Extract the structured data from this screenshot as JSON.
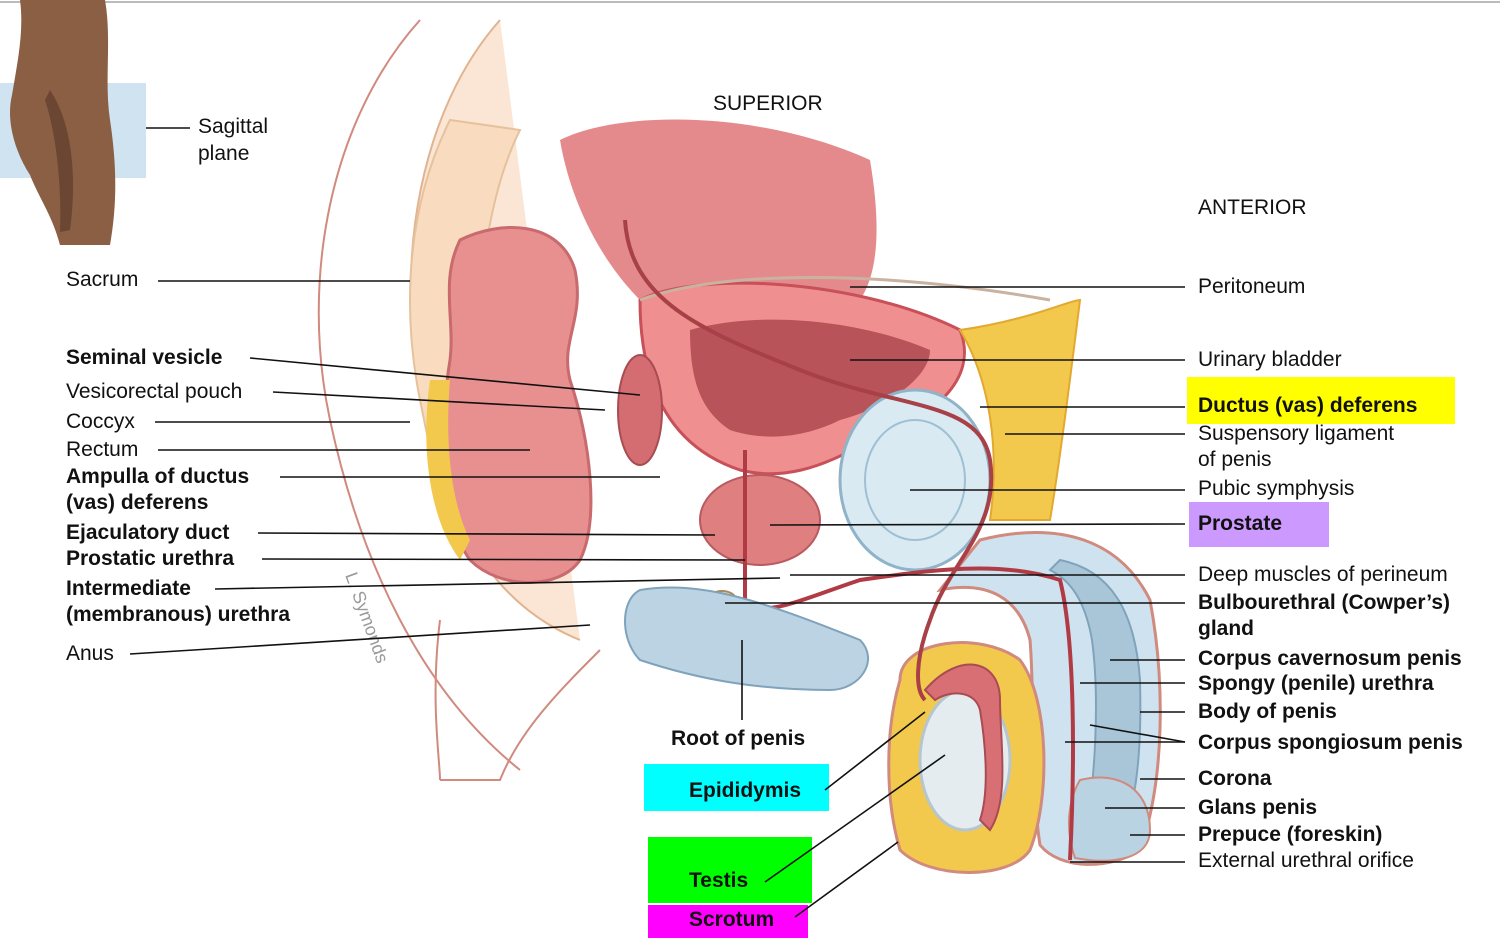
{
  "orientation": {
    "superior": "SUPERIOR",
    "anterior": "ANTERIOR"
  },
  "inset": {
    "plane_line1": "Sagittal",
    "plane_line2": "plane"
  },
  "colors": {
    "skin": "#f4c9b2",
    "muscle": "#de7f82",
    "bladder": "#c65a60",
    "fat": "#f2c94c",
    "bone": "#cfe0ea",
    "erectile": "#a9c6d8",
    "highlight_ductus": "#ffff00",
    "highlight_prostate": "#cc99ff",
    "highlight_epididymis": "#00ffff",
    "highlight_testis": "#00ff00",
    "highlight_scrotum": "#ff00ff"
  },
  "labels_left": {
    "sacrum": "Sacrum",
    "seminal_vesicle": "Seminal vesicle",
    "vesicorectal_pouch": "Vesicorectal pouch",
    "coccyx": "Coccyx",
    "rectum": "Rectum",
    "ampulla_line1": "Ampulla of ductus",
    "ampulla_line2": "(vas) deferens",
    "ejaculatory_duct": "Ejaculatory duct",
    "prostatic_urethra": "Prostatic urethra",
    "intermediate_line1": "Intermediate",
    "intermediate_line2": "(membranous) urethra",
    "anus": "Anus"
  },
  "labels_right": {
    "peritoneum": "Peritoneum",
    "urinary_bladder": "Urinary bladder",
    "ductus_deferens": "Ductus (vas) deferens",
    "suspensory_line1": "Suspensory ligament",
    "suspensory_line2": "of penis",
    "pubic_symphysis": "Pubic symphysis",
    "prostate": "Prostate",
    "deep_muscles": "Deep muscles of perineum",
    "bulbourethral_line1": "Bulbourethral (Cowper’s)",
    "bulbourethral_line2": "gland",
    "corpus_cavernosum": "Corpus cavernosum penis",
    "spongy_urethra": "Spongy (penile) urethra",
    "body_of_penis": "Body of penis",
    "corpus_spongiosum": "Corpus spongiosum penis",
    "corona": "Corona",
    "glans_penis": "Glans penis",
    "prepuce": "Prepuce (foreskin)",
    "external_urethral_orifice": "External urethral orifice"
  },
  "labels_bottom": {
    "root_of_penis": "Root of penis",
    "epididymis": "Epididymis",
    "testis": "Testis",
    "scrotum": "Scrotum"
  }
}
